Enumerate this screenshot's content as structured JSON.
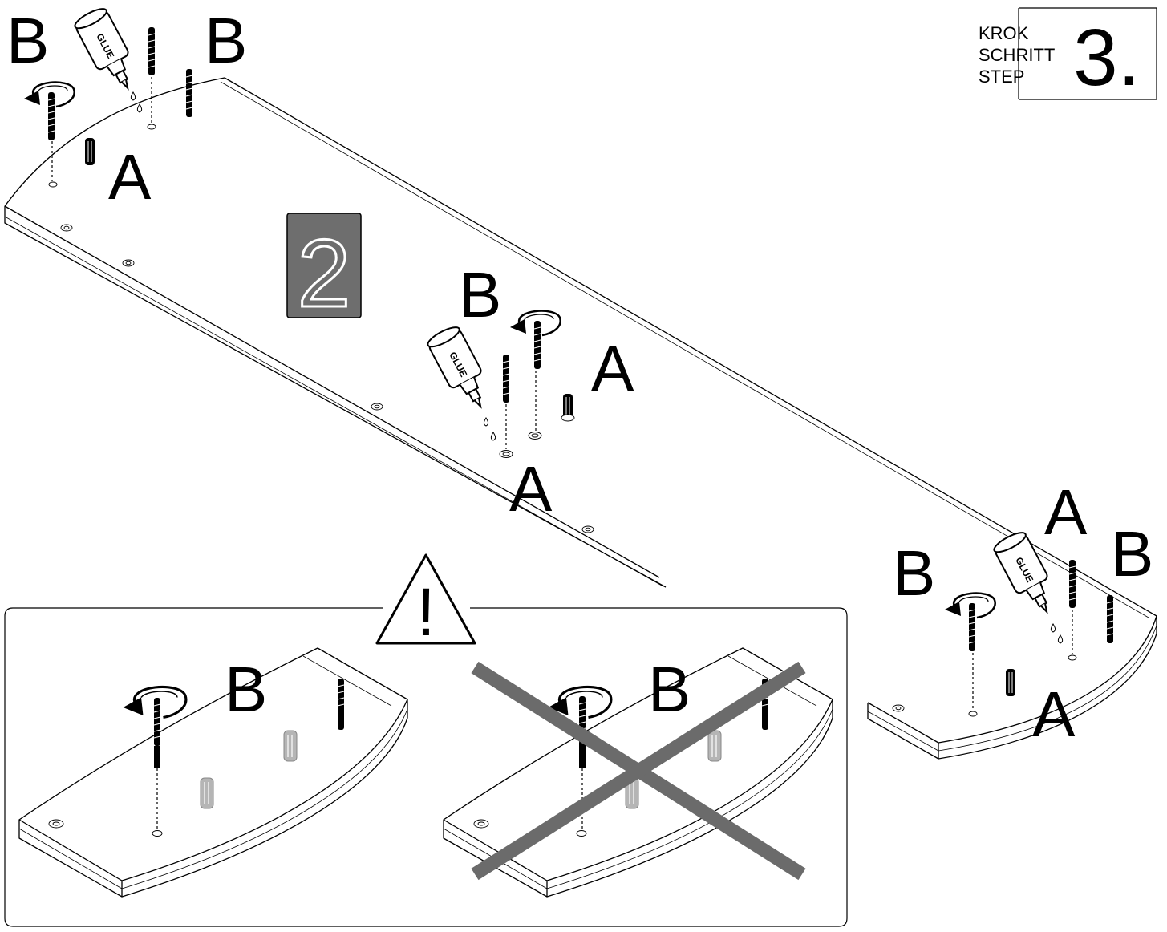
{
  "step_box": {
    "lines": [
      "KROK",
      "SCHRITT",
      "STEP"
    ],
    "number": "3."
  },
  "sub_step": {
    "number": "2"
  },
  "part_labels": {
    "dowel": "A",
    "bolt": "B"
  },
  "glue_text": "GLUE",
  "warning": {
    "symbol": "!"
  },
  "colors": {
    "ink": "#000000",
    "badge": "#6e6e6e",
    "cross": "#6b6b6b",
    "grey_part": "#b5b5b5"
  }
}
